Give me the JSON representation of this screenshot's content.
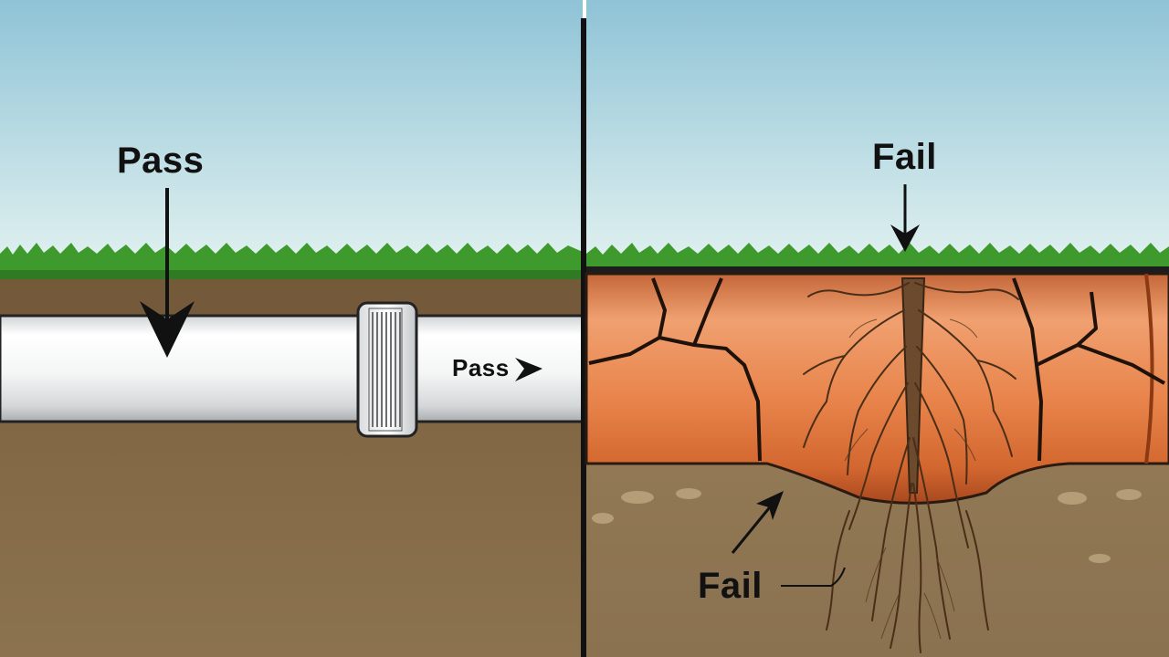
{
  "labels": {
    "pass_top": "Pass",
    "pass_pipe": "Pass",
    "fail_top": "Fail",
    "fail_bottom": "Fail"
  },
  "colors": {
    "sky_top": "#8fc3d6",
    "sky_bottom": "#dceef0",
    "grass": "#3f9a2e",
    "soil": "#8a6f49",
    "pvc_pipe": "#f2f2f2",
    "clay_pipe": "#e07a40",
    "roots": "#5b3a22",
    "divider": "#111111"
  },
  "icons": [
    "down-arrow-icon",
    "right-arrowhead-icon",
    "up-right-arrow-icon"
  ]
}
